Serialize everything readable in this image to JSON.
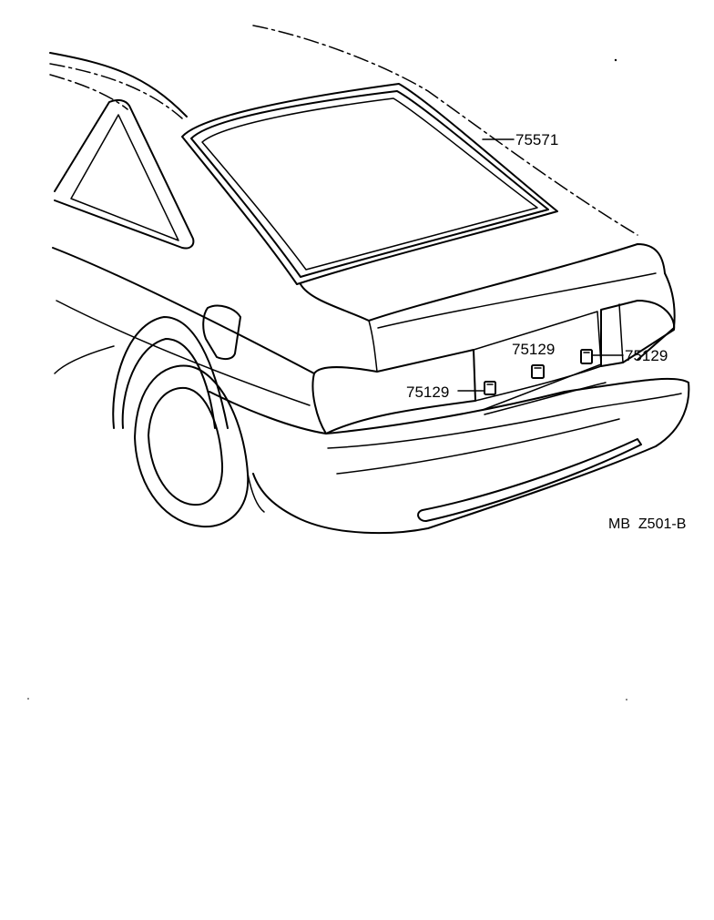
{
  "callouts": {
    "glass_weatherstrip": "75571",
    "clip_left": "75129",
    "clip_center": "75129",
    "clip_right": "75129"
  },
  "drawing_code": "MB  Z501-B"
}
